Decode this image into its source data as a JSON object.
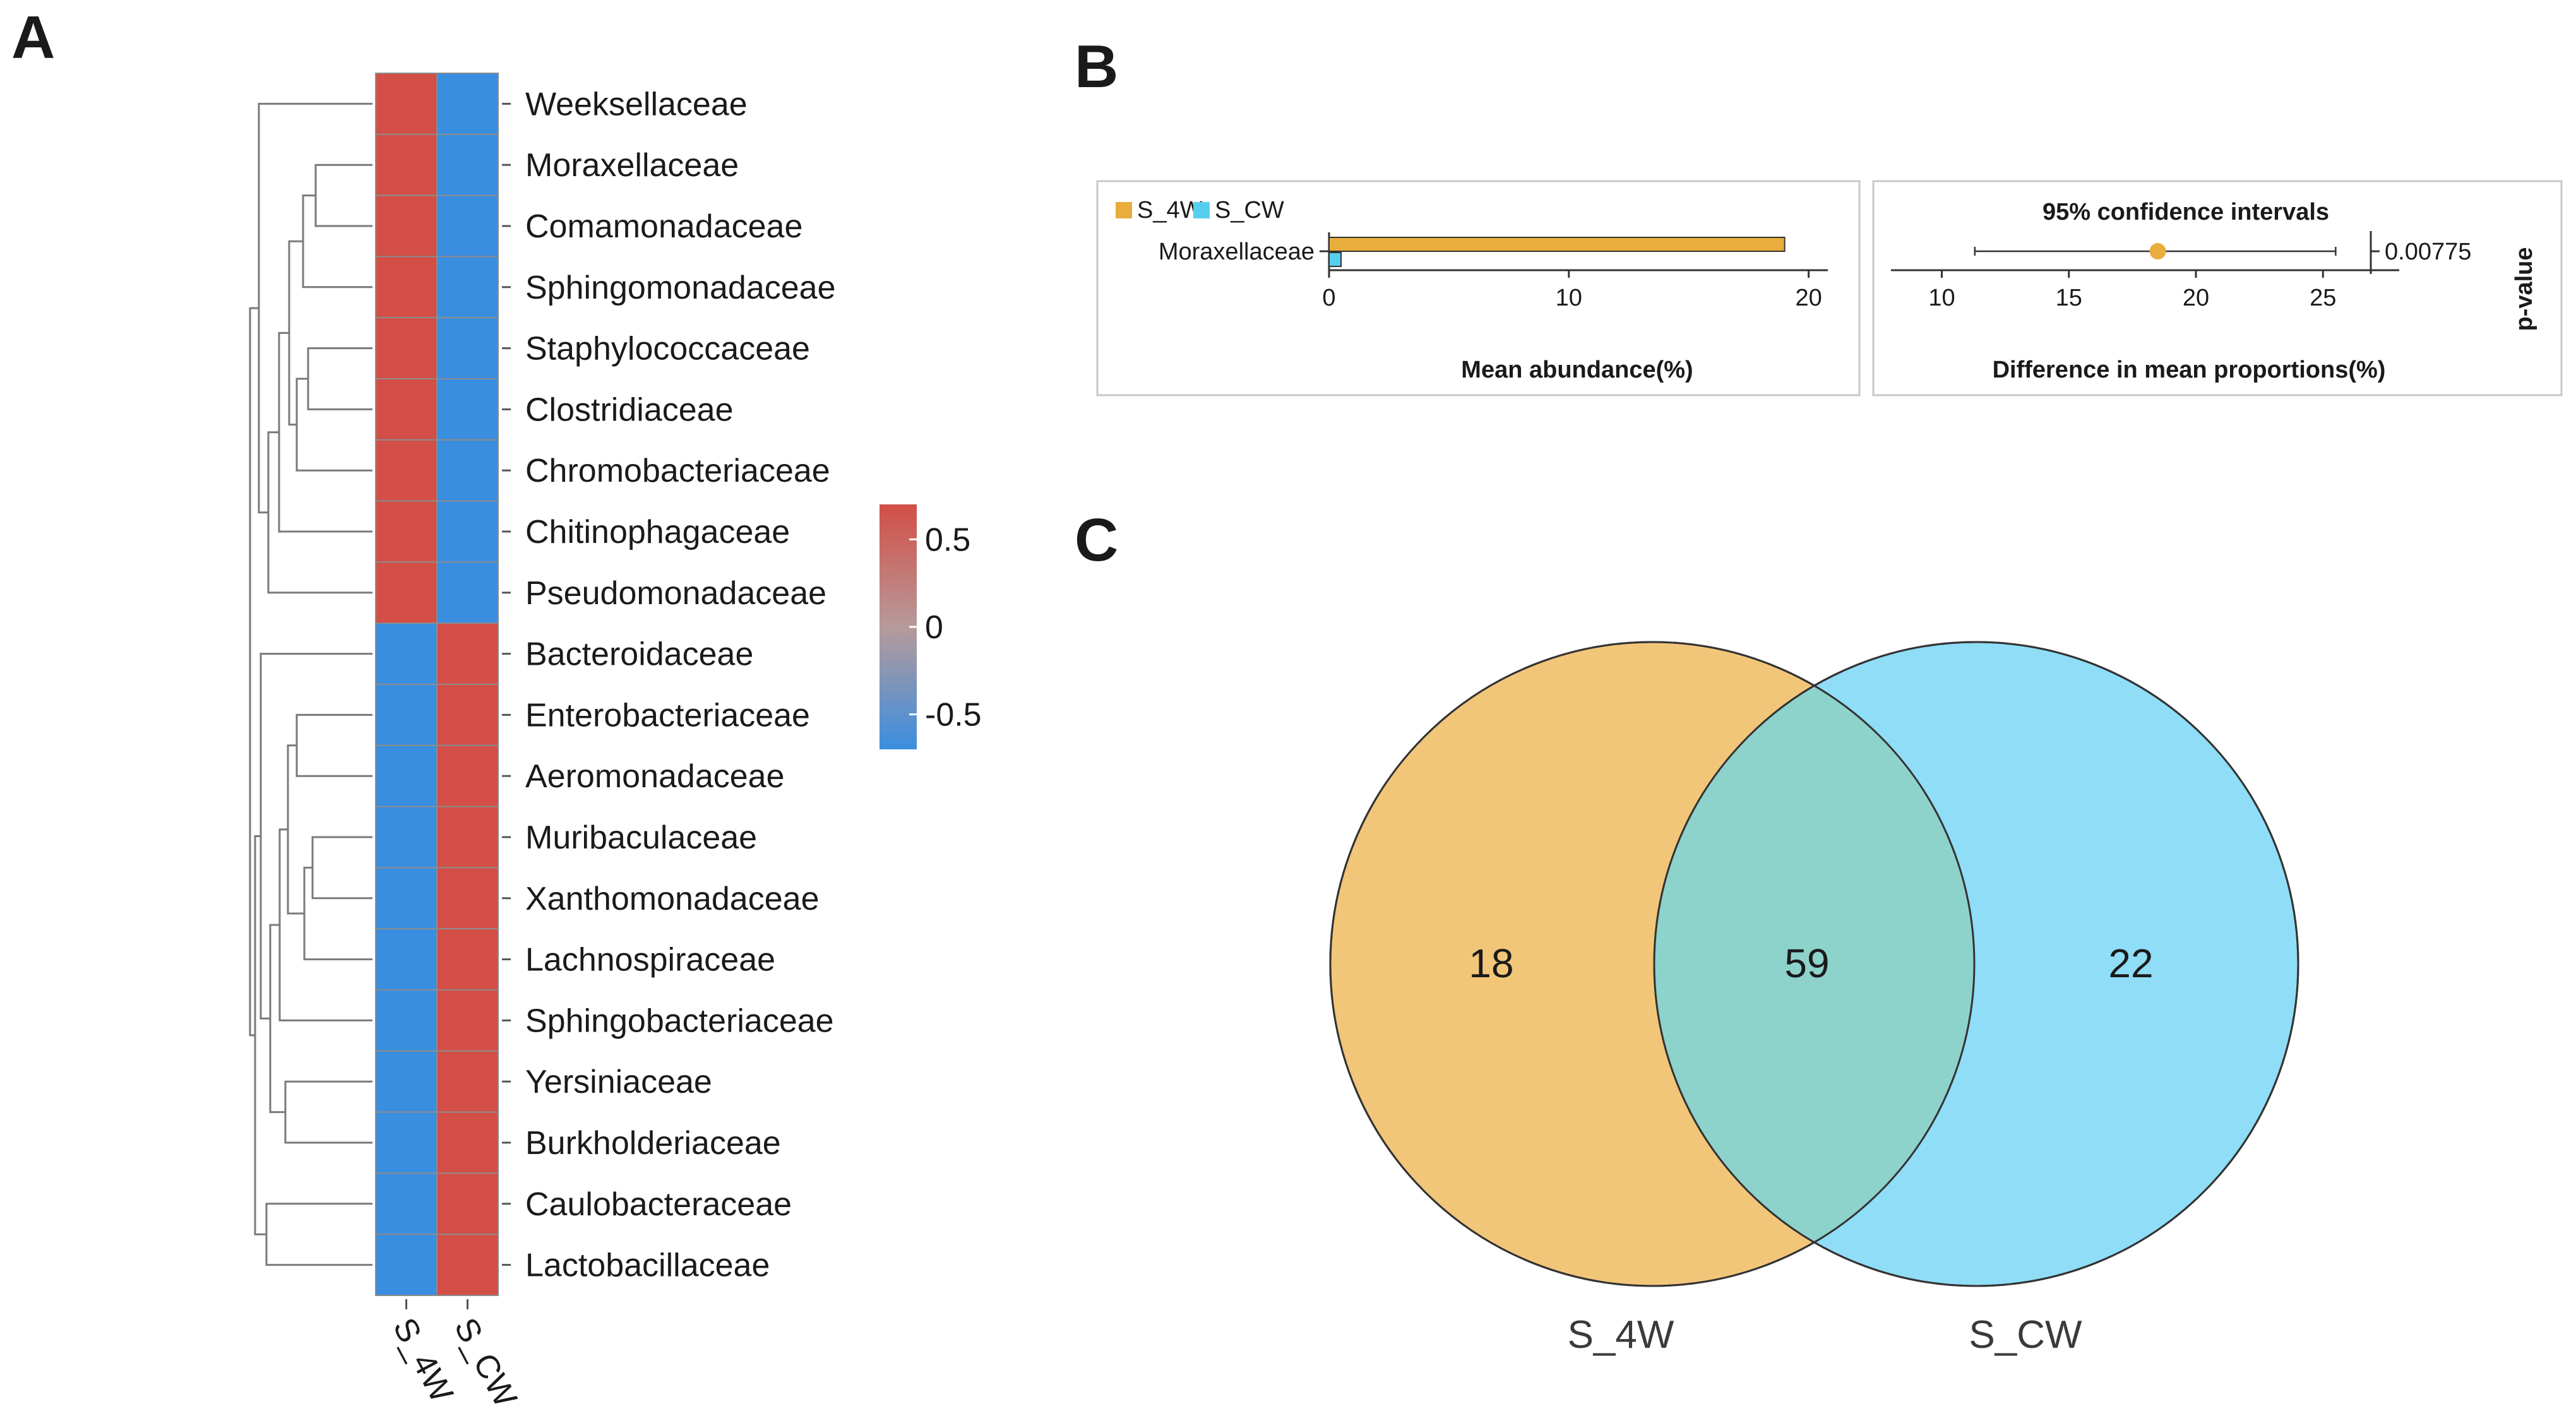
{
  "panels": {
    "a": "A",
    "b": "B",
    "c": "C"
  },
  "colors": {
    "high": "#d24e46",
    "low": "#3a8ee0",
    "mid": "#b79a9a",
    "s4w": "#e8ad3c",
    "scw": "#56cfee",
    "venn_s4w": "#f2c679",
    "venn_scw": "#8fddf6",
    "venn_overlap": "#8ed2cc"
  },
  "chart_data": [
    {
      "type": "heatmap",
      "rows": [
        "Weeksellaceae",
        "Moraxellaceae",
        "Comamonadaceae",
        "Sphingomonadaceae",
        "Staphylococcaceae",
        "Clostridiaceae",
        "Chromobacteriaceae",
        "Chitinophagaceae",
        "Pseudomonadaceae",
        "Bacteroidaceae",
        "Enterobacteriaceae",
        "Aeromonadaceae",
        "Muribaculaceae",
        "Xanthomonadaceae",
        "Lachnospiraceae",
        "Sphingobacteriaceae",
        "Yersiniaceae",
        "Burkholderiaceae",
        "Caulobacteraceae",
        "Lactobacillaceae"
      ],
      "columns": [
        "S_4W",
        "S_CW"
      ],
      "values": [
        [
          0.7,
          -0.7
        ],
        [
          0.7,
          -0.7
        ],
        [
          0.7,
          -0.7
        ],
        [
          0.7,
          -0.7
        ],
        [
          0.7,
          -0.7
        ],
        [
          0.7,
          -0.7
        ],
        [
          0.7,
          -0.7
        ],
        [
          0.7,
          -0.7
        ],
        [
          0.7,
          -0.7
        ],
        [
          -0.7,
          0.7
        ],
        [
          -0.7,
          0.7
        ],
        [
          -0.7,
          0.7
        ],
        [
          -0.7,
          0.7
        ],
        [
          -0.7,
          0.7
        ],
        [
          -0.7,
          0.7
        ],
        [
          -0.7,
          0.7
        ],
        [
          -0.7,
          0.7
        ],
        [
          -0.7,
          0.7
        ],
        [
          -0.7,
          0.7
        ],
        [
          -0.7,
          0.7
        ]
      ],
      "color_scale": {
        "min": -0.7,
        "max": 0.7,
        "ticks": [
          0.5,
          0,
          -0.5
        ],
        "tick_labels": [
          "0.5",
          "0",
          "-0.5"
        ]
      },
      "row_dendrogram": true
    },
    {
      "type": "bar",
      "orientation": "horizontal",
      "categories": [
        "Moraxellaceae"
      ],
      "series": [
        {
          "name": "S_4W",
          "values": [
            19.0
          ]
        },
        {
          "name": "S_CW",
          "values": [
            0.5
          ]
        }
      ],
      "xlabel": "Mean abundance(%)",
      "xlim": [
        0,
        20.8
      ],
      "xticks": [
        0,
        10,
        20
      ],
      "legend": "top-left"
    },
    {
      "type": "scatter",
      "title": "95% confidence intervals",
      "xlabel": "Difference in mean proportions(%)",
      "xlim": [
        8,
        28
      ],
      "xticks": [
        10,
        15,
        20,
        25
      ],
      "points": [
        {
          "category": "Moraxellaceae",
          "estimate": 18.5,
          "ci": [
            11.3,
            25.5
          ]
        }
      ],
      "pvalue_label": "p-value",
      "pvalues": [
        "0.00775"
      ]
    },
    {
      "type": "venn",
      "sets": [
        {
          "name": "S_4W",
          "only": 18
        },
        {
          "name": "S_CW",
          "only": 22
        }
      ],
      "intersection": 59
    }
  ]
}
